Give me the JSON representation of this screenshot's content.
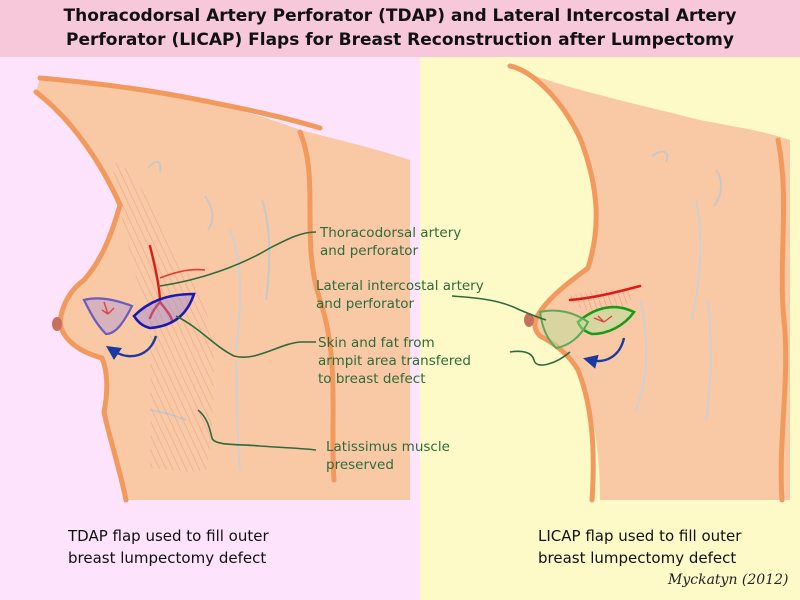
{
  "title": {
    "line1": "Thoracodorsal Artery Perforator (TDAP) and Lateral Intercostal Artery",
    "line2": "Perforator (LICAP) Flaps for Breast Reconstruction after Lumpectomy"
  },
  "labels": {
    "thoracodorsal_1": "Thoracodorsal artery",
    "thoracodorsal_2": "and perforator",
    "lateral_1": "Lateral intercostal artery",
    "lateral_2": "and perforator",
    "skin_1": "Skin and fat from",
    "skin_2": "armpit area transfered",
    "skin_3": "to breast defect",
    "latissimus_1": "Latissimus muscle",
    "latissimus_2": "preserved"
  },
  "captions": {
    "tdap_1": "TDAP flap used to fill outer",
    "tdap_2": "breast lumpectomy defect",
    "licap_1": "LICAP flap used to fill outer",
    "licap_2": "breast lumpectomy defect"
  },
  "credit": "Myckatyn (2012)",
  "colors": {
    "left_background": "#fde3fb",
    "right_background": "#fdfac8",
    "title_background": "#f7c7da",
    "skin": "#f9c9a6",
    "outline": "#f29a5e",
    "label_text": "#2e6b3a",
    "artery": "#e01818",
    "tdap_flap": "#1a1ab0",
    "licap_flap": "#1a9a1a",
    "arrow": "#1a3aa0"
  }
}
